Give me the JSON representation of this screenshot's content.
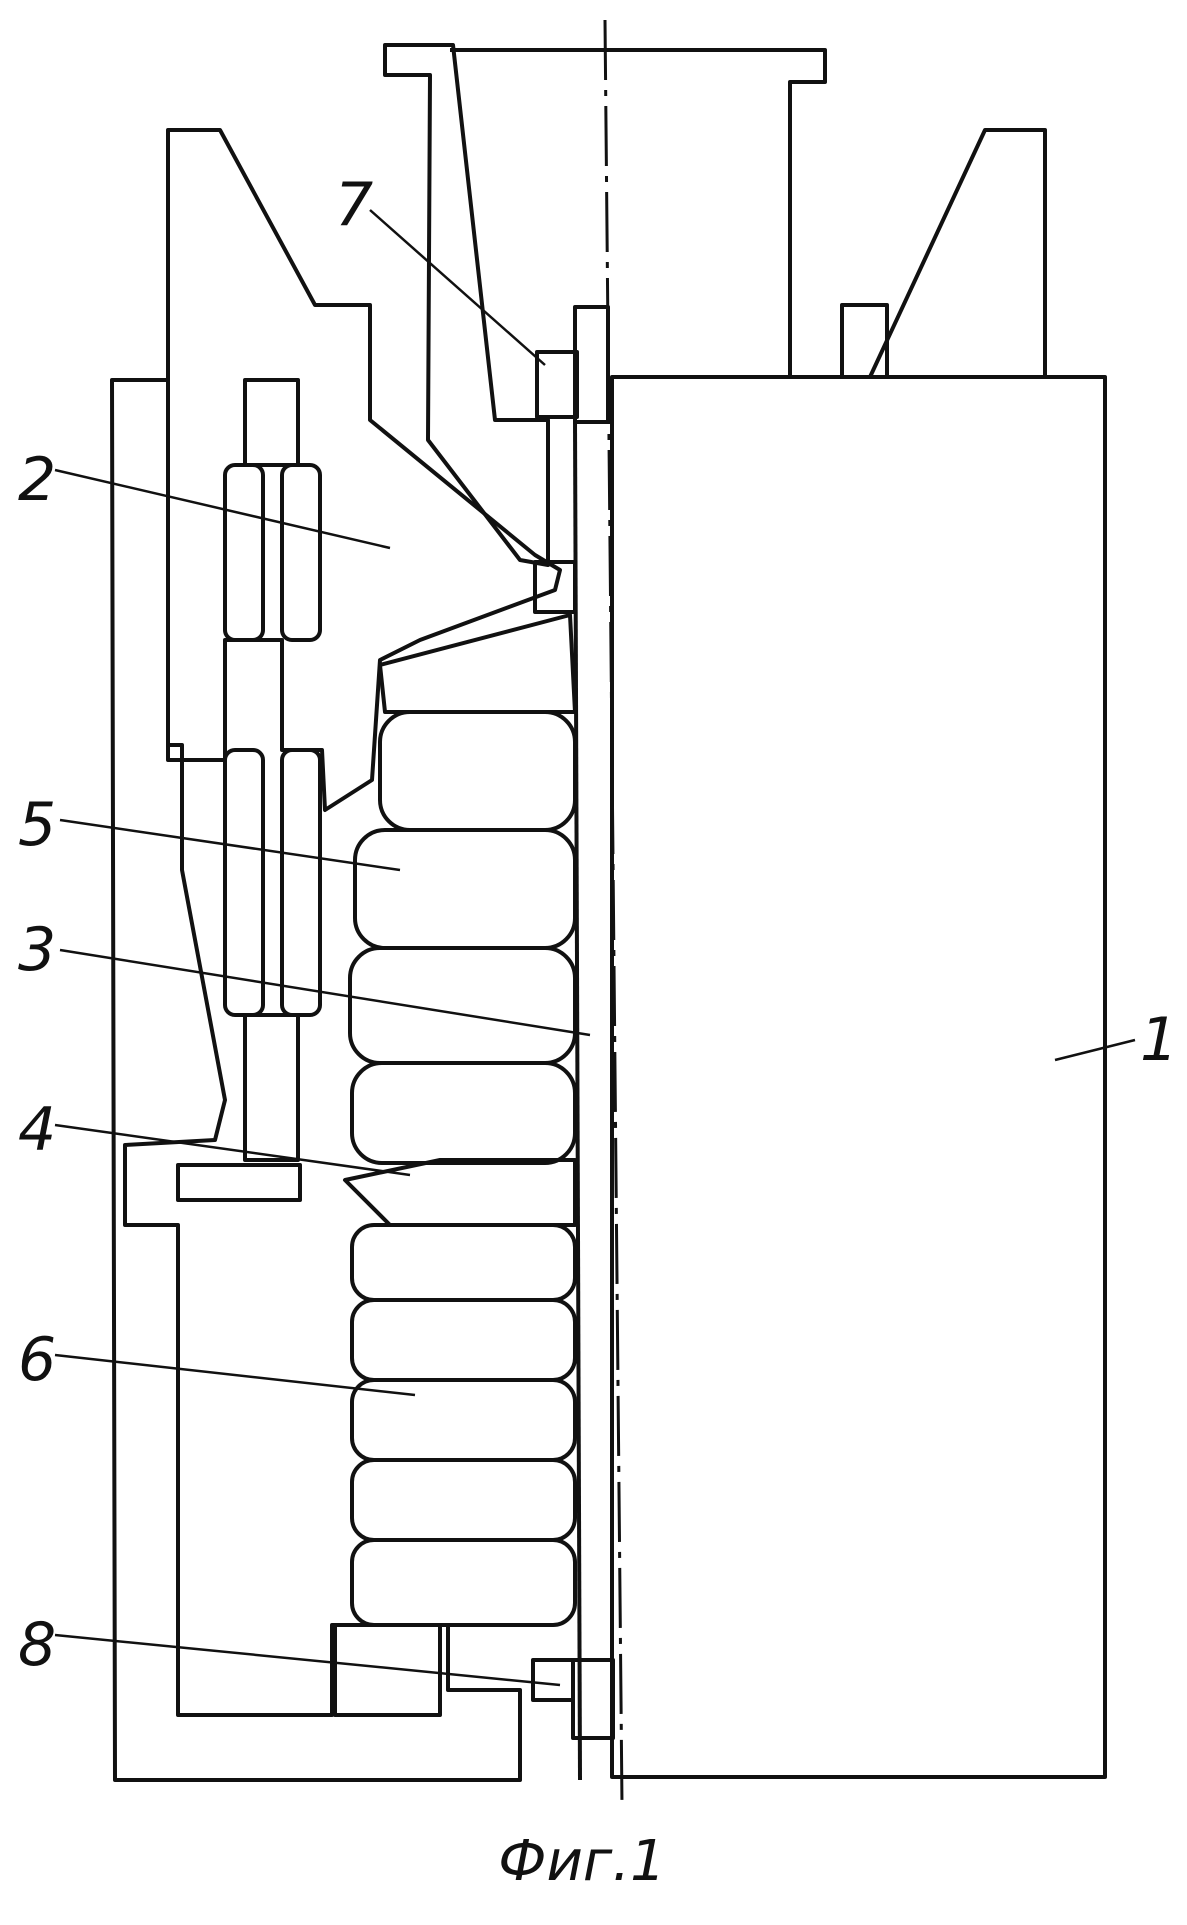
{
  "figure": {
    "caption": "Фиг.1",
    "labels": [
      "1",
      "2",
      "3",
      "4",
      "5",
      "6",
      "7",
      "8"
    ]
  }
}
